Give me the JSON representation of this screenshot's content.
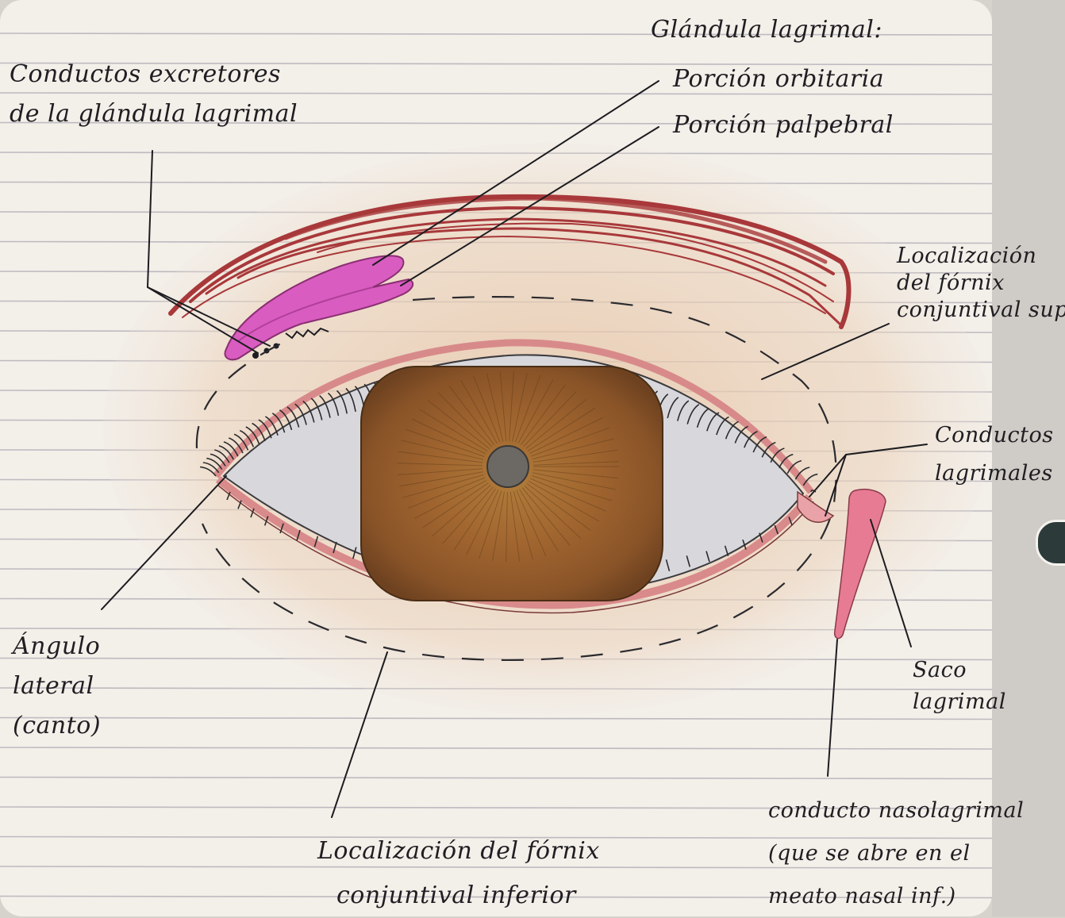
{
  "labels": {
    "glandula_title": "Glándula lagrimal:",
    "porcion_orbitaria": "Porción orbitaria",
    "porcion_palpebral": "Porción palpebral",
    "conductos_excretores": [
      "Conductos excretores",
      "de la glándula lagrimal"
    ],
    "fornix_sup": [
      "Localización",
      "del fórnix",
      "conjuntival sup."
    ],
    "conductos_lagrimales": [
      "Conductos",
      "lagrimales"
    ],
    "angulo_lateral": [
      "Ángulo",
      "lateral",
      "(canto)"
    ],
    "saco_lagrimal": [
      "Saco",
      "lagrimal"
    ],
    "fornix_inf": [
      "Localización del fórnix",
      "conjuntival inferior"
    ],
    "conducto_nasolagrimal": [
      "conducto nasolagrimal",
      "(que se abre en el",
      "meato nasal inf.)"
    ]
  },
  "colors": {
    "paper": "#f3efe9",
    "rule_line": "#b9b6bc",
    "eyebrow": "#a8383a",
    "gland": "#d85fbf",
    "iris": "#8b5a2a",
    "pupil": "#6e6a66",
    "sclera": "#d9d8dc",
    "lid_margin": "#d98a8a",
    "lacrimal_sac": "#e47c92",
    "skin": "#e9cdb0",
    "ink": "#1c1c20"
  }
}
